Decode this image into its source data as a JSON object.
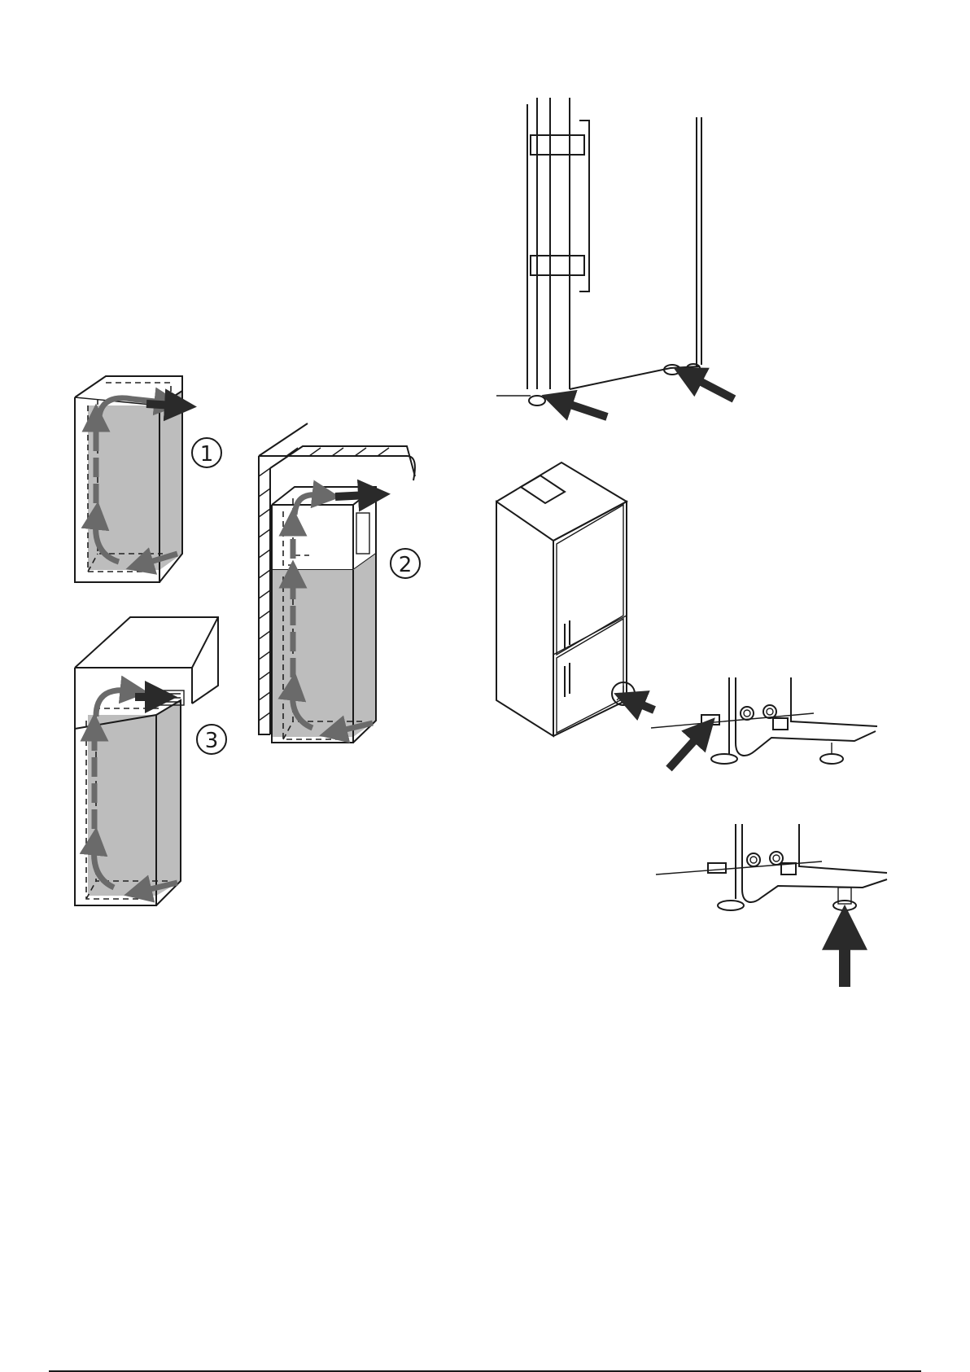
{
  "figures": {
    "fig1": {
      "label": "1"
    },
    "fig2": {
      "label": "2"
    },
    "fig3": {
      "label": "3"
    }
  },
  "icons": {
    "callout": "circle-number-icon",
    "clock": "clock-icon",
    "push": "arrow-icon"
  },
  "colors": {
    "line": "#1a1a1a",
    "shade": "#bdbdbd",
    "airflow": "#6a6a6a",
    "arrow": "#2a2a2a"
  }
}
